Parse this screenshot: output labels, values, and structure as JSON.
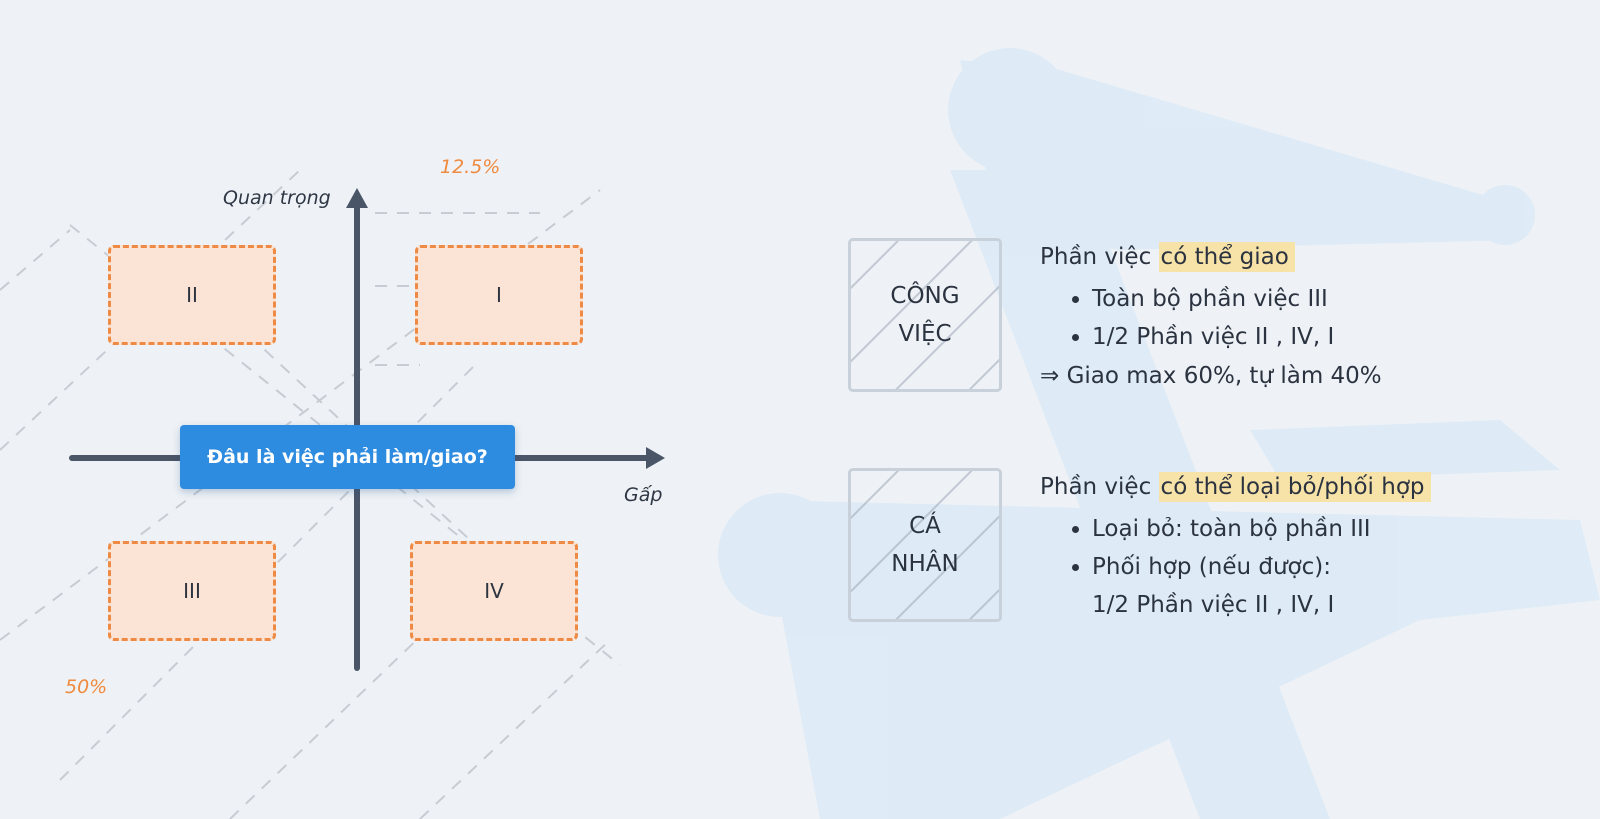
{
  "matrix": {
    "y_axis_label": "Quan trọng",
    "x_axis_label": "Gấp",
    "center_label": "Đâu là việc phải làm/giao?",
    "quadrants": {
      "q1": "I",
      "q2": "II",
      "q3": "III",
      "q4": "IV"
    },
    "pct_top": "12.5%",
    "pct_bottom": "50%"
  },
  "cong_viec": {
    "box_lines": [
      "CÔNG",
      "VIỆC"
    ],
    "head_prefix": "Phần việc ",
    "head_highlight": "có thể giao",
    "bullets": [
      "Toàn bộ phần việc III",
      "1/2 Phần việc II , IV, I"
    ],
    "conclusion": "⇒ Giao max 60%, tự làm 40%"
  },
  "ca_nhan": {
    "box_lines": [
      "CÁ",
      "NHÂN"
    ],
    "head_prefix": "Phần việc ",
    "head_highlight": "có thể loại bỏ/phối hợp",
    "bullets": [
      "Loại bỏ: toàn bộ phần III",
      "Phối hợp (nếu được):"
    ],
    "bullet_continuation": "1/2 Phần việc II , IV, I"
  },
  "colors": {
    "accent_orange": "#ee8a43",
    "quadrant_fill": "#fbe4d6",
    "button_blue": "#2d8be0",
    "highlight": "#f7e2a7",
    "axis": "#4a5568"
  }
}
